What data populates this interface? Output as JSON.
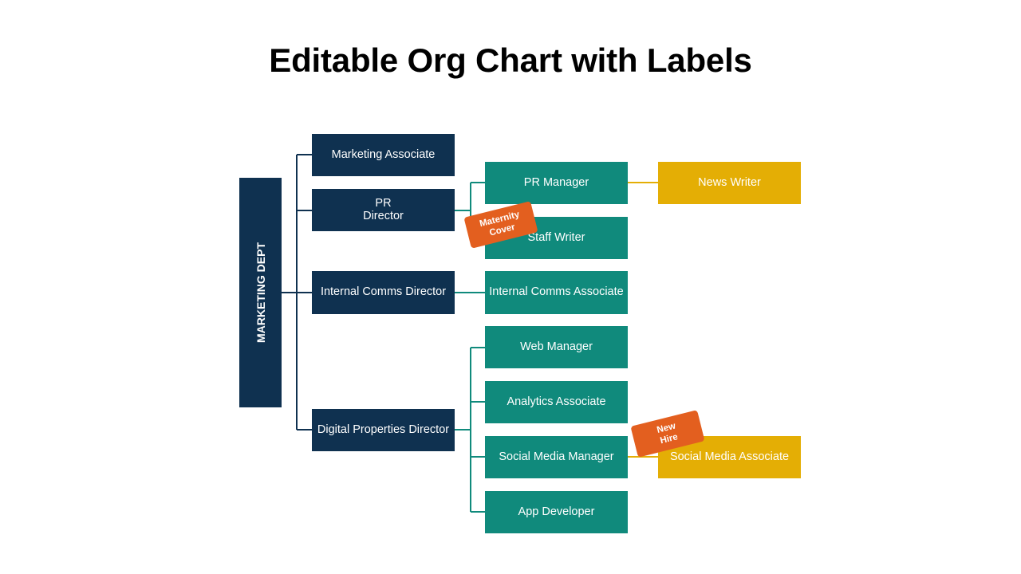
{
  "title": "Editable Org Chart with Labels",
  "department": "MARKETING DEPT",
  "directors": {
    "marketing_associate": "Marketing Associate",
    "pr_director": "PR\nDirector",
    "internal_comms_director": "Internal Comms Director",
    "digital_properties_director": "Digital Properties Director"
  },
  "staff": {
    "pr_manager": "PR Manager",
    "staff_writer": "Staff Writer",
    "internal_comms_associate": "Internal Comms Associate",
    "web_manager": "Web Manager",
    "analytics_associate": "Analytics Associate",
    "social_media_manager": "Social Media Manager",
    "app_developer": "App Developer"
  },
  "associates": {
    "news_writer": "News Writer",
    "social_media_associate": "Social Media Associate"
  },
  "labels": {
    "maternity_cover": "Maternity\nCover",
    "new_hire": "New\nHire"
  },
  "colors": {
    "navy": "#0f3150",
    "teal": "#108a7c",
    "gold": "#e4ae05",
    "label_orange": "#e35f1f"
  }
}
